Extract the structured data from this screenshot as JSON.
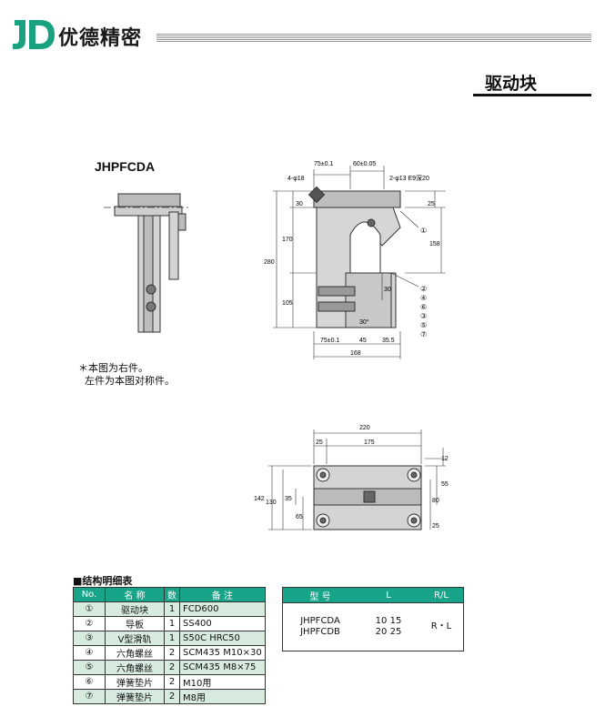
{
  "header": {
    "brand_text": "优德精密",
    "section_title": "驱动块"
  },
  "colors": {
    "accent": "#17a488",
    "logo": "#19a27f",
    "row_alt": "#d7ecdf"
  },
  "model": {
    "label": "JHPFCDA"
  },
  "notes": {
    "line1": "＊本图为右件。",
    "line2": "  左件为本图对称件。"
  },
  "drawing_side": {
    "dims": {
      "d75_top": "75±0.1",
      "d60": "60±0.05",
      "hole_left": "4-φ18",
      "hole_right": "2-φ13 E9深20",
      "d25": "25",
      "d30_top": "30",
      "d170": "170",
      "d280": "280",
      "d158": "158",
      "d105": "105",
      "d30_mid": "30",
      "angle": "30°",
      "d75_bot": "75±0.1",
      "d45": "45",
      "d35_5": "35.5",
      "d168": "168"
    },
    "callouts": [
      "①",
      "②",
      "④",
      "⑥",
      "③",
      "⑤",
      "⑦"
    ]
  },
  "drawing_top": {
    "dims": {
      "d220": "220",
      "d25": "25",
      "d175": "175",
      "d12": "12",
      "d55": "55",
      "d142": "142",
      "d130": "130",
      "d35": "35",
      "d65": "65",
      "d80": "80",
      "d25_right": "25"
    }
  },
  "parts_table": {
    "caption": "■结构明细表",
    "headers": [
      "No.",
      "名  称",
      "数",
      "备  注"
    ],
    "rows": [
      [
        "①",
        "驱动块",
        "1",
        "FCD600"
      ],
      [
        "②",
        "导板",
        "1",
        "SS400"
      ],
      [
        "③",
        "V型滑轨",
        "1",
        "S50C    HRC50"
      ],
      [
        "④",
        "六角螺丝",
        "2",
        "SCM435   M10×30"
      ],
      [
        "⑤",
        "六角螺丝",
        "2",
        "SCM435   M8×75"
      ],
      [
        "⑥",
        "弹簧垫片",
        "2",
        "M10用"
      ],
      [
        "⑦",
        "弹簧垫片",
        "2",
        "M8用"
      ]
    ]
  },
  "spec_table": {
    "headers": [
      "型 号",
      "L",
      "R/L"
    ],
    "models": [
      "JHPFCDA",
      "JHPFCDB"
    ],
    "L_values": [
      "10 15",
      "20 25"
    ],
    "rl": "R・L"
  }
}
